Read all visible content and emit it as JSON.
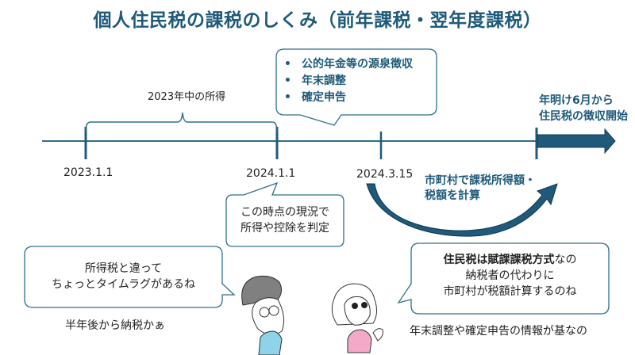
{
  "title": "個人住民税の課税のしくみ（前年課税・翌年度課税）",
  "colors": {
    "primary": "#1f5a7a",
    "timeline": "#2e6f8e",
    "bubble_border": "#2e6f8e",
    "shirt_boy": "#8fd3e8",
    "shirt_girl": "#f4a9c8",
    "hair_boy": "#808080"
  },
  "timeline": {
    "period_label": "2023年中の所得",
    "dates": [
      "2023.1.1",
      "2024.1.1",
      "2024.3.15"
    ],
    "collection_label": [
      "年明け6月から",
      "住民税の徴収開始"
    ],
    "calculation_label": [
      "市町村で課税所得額・",
      "税額を計算"
    ]
  },
  "info_bubble": {
    "items": [
      "公的年金等の源泉徴収",
      "年末調整",
      "確定申告"
    ]
  },
  "judge_bubble": {
    "lines": [
      "この時点の現況で",
      "所得や控除を判定"
    ]
  },
  "boy": {
    "speech": [
      "所得税と違って",
      "ちょっとタイムラグがあるね"
    ],
    "monologue": "半年後から納税かぁ"
  },
  "girl": {
    "speech_bold": "住民税は賦課課税方式",
    "speech_suffix": "なの",
    "speech_lines": [
      "納税者の代わりに",
      "市町村が税額計算するのね"
    ],
    "monologue": "年末調整や確定申告の情報が基なの"
  },
  "icons": {
    "arrow": "arrow-right-icon",
    "curved_arrow": "curved-arrow-icon",
    "brace": "curly-brace-icon"
  }
}
